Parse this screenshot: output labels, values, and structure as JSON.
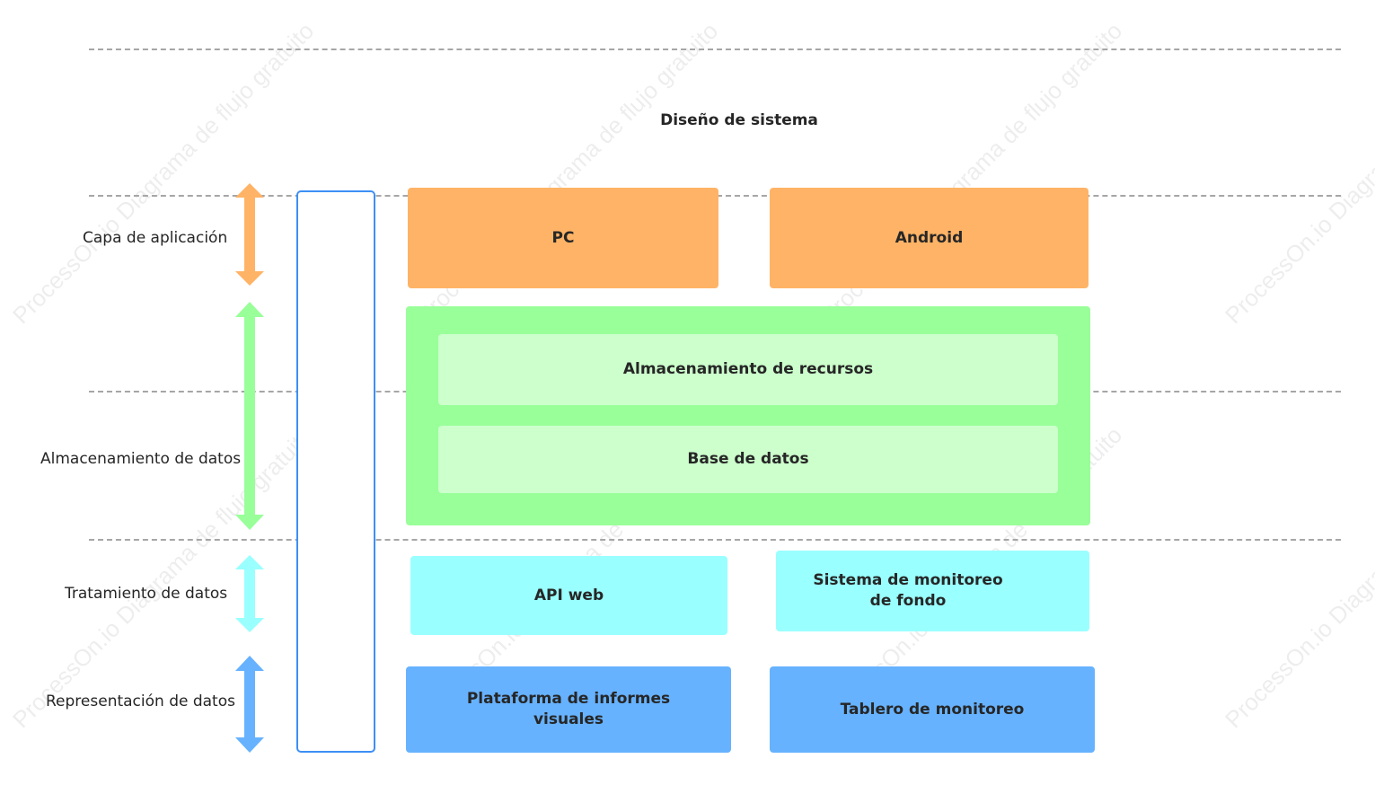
{
  "diagram": {
    "title": "Diseño de sistema",
    "watermark": "ProcessOn.io Diagrama de flujo gratuito",
    "layers": [
      {
        "label": "Capa de aplicación",
        "arrow_color": "#ffb366"
      },
      {
        "label": "Almacenamiento de datos",
        "arrow_color": "#99ff99"
      },
      {
        "label": "Tratamiento de datos",
        "arrow_color": "#99ffff"
      },
      {
        "label": "Representación de datos",
        "arrow_color": "#66b2ff"
      }
    ],
    "application": {
      "pc": "PC",
      "android": "Android"
    },
    "storage": {
      "resources": "Almacenamiento de recursos",
      "database": "Base de datos"
    },
    "processing": {
      "web_api": "API web",
      "background_monitor": "Sistema de monitoreo de fondo"
    },
    "representation": {
      "reports_platform": "Plataforma de informes visuales",
      "dashboard": "Tablero de monitoreo"
    },
    "colors": {
      "application": "#ffb366",
      "storage_outer": "#99ff99",
      "storage_inner": "#ccffcc",
      "processing": "#99ffff",
      "representation": "#66b2ff",
      "frame": "#3d8ff5"
    }
  }
}
